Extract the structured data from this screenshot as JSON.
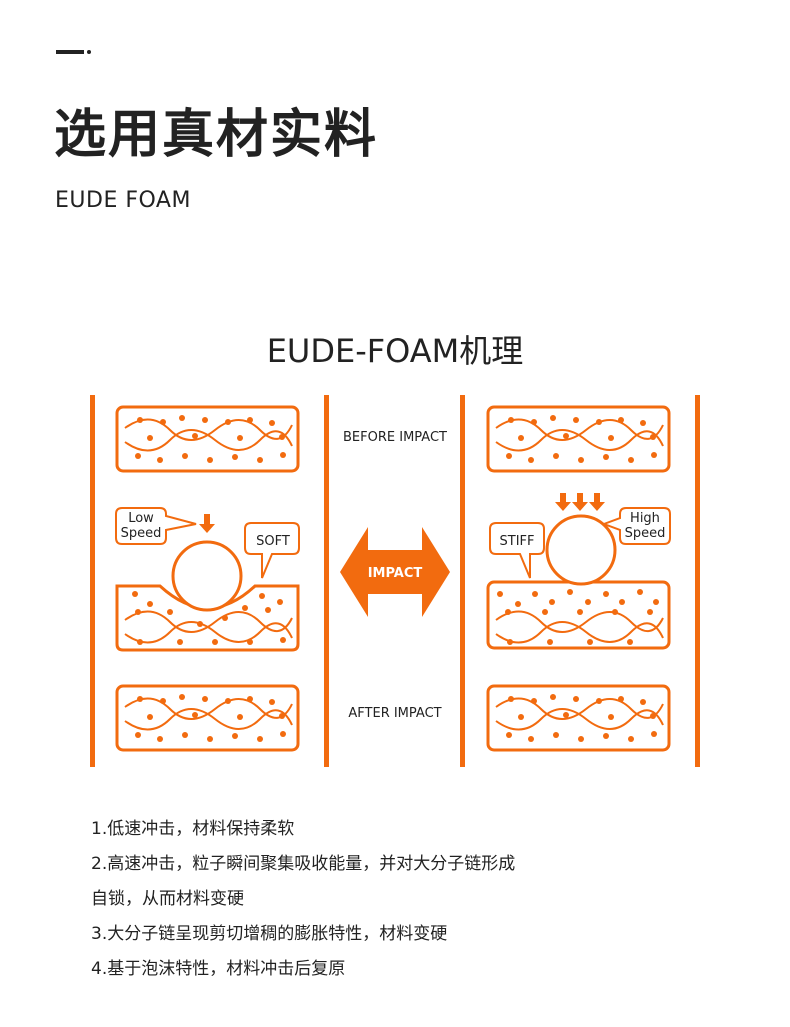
{
  "header": {
    "title": "选用真材实料",
    "subtitle": "EUDE FOAM"
  },
  "diagram": {
    "title": "EUDE-FOAM机理",
    "labels": {
      "before_impact": "BEFORE IMPACT",
      "after_impact": "AFTER IMPACT",
      "impact": "IMPACT",
      "low_speed": [
        "Low",
        "Speed"
      ],
      "high_speed": [
        "High",
        "Speed"
      ],
      "soft": "SOFT",
      "stiff": "STIFF"
    },
    "colors": {
      "accent": "#f26b0f",
      "text": "#222222"
    }
  },
  "notes": [
    "1.低速冲击，材料保持柔软",
    "2.高速冲击，粒子瞬间聚集吸收能量，并对大分子链形成",
    "自锁，从而材料变硬",
    "3.大分子链呈现剪切增稠的膨胀特性，材料变硬",
    "4.基于泡沫特性，材料冲击后复原"
  ]
}
